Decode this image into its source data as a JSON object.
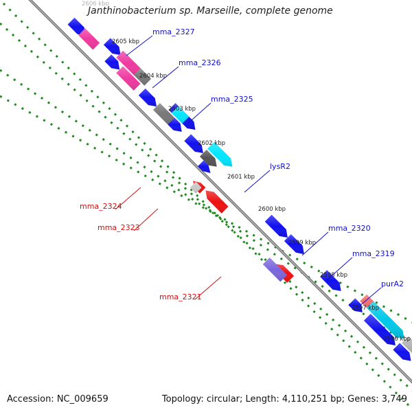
{
  "title": "Janthinobacterium sp. Marseille, complete genome",
  "footer": {
    "accession": "Accession: NC_009659",
    "summary": "Topology: circular; Length: 4,110,251 bp; Genes: 3,749"
  },
  "colors": {
    "forward_label": "#1010cc",
    "reverse_label": "#cc1010",
    "backbone": "#7a7a7a",
    "tick_dot": "#1f8a1f"
  },
  "ticks": [
    {
      "label": "2606 kbp",
      "faded": true
    },
    {
      "label": "2605 kbp"
    },
    {
      "label": "2604 kbp"
    },
    {
      "label": "2603 kbp"
    },
    {
      "label": "2602 kbp"
    },
    {
      "label": "2601 kbp"
    },
    {
      "label": "2600 kbp"
    },
    {
      "label": "2599 kbp"
    },
    {
      "label": "2598 kbp"
    },
    {
      "label": "2597 kbp"
    },
    {
      "label": "2596 kbp"
    }
  ],
  "gene_labels": [
    {
      "text": "mma_2327",
      "strand": "forward"
    },
    {
      "text": "mma_2326",
      "strand": "forward"
    },
    {
      "text": "mma_2325",
      "strand": "forward"
    },
    {
      "text": "lysR2",
      "strand": "forward"
    },
    {
      "text": "mma_2320",
      "strand": "forward"
    },
    {
      "text": "mma_2319",
      "strand": "forward"
    },
    {
      "text": "purA2",
      "strand": "forward"
    },
    {
      "text": "mma_2324",
      "strand": "reverse"
    },
    {
      "text": "mma_2323",
      "strand": "reverse"
    },
    {
      "text": "mma_2321",
      "strand": "reverse"
    }
  ]
}
